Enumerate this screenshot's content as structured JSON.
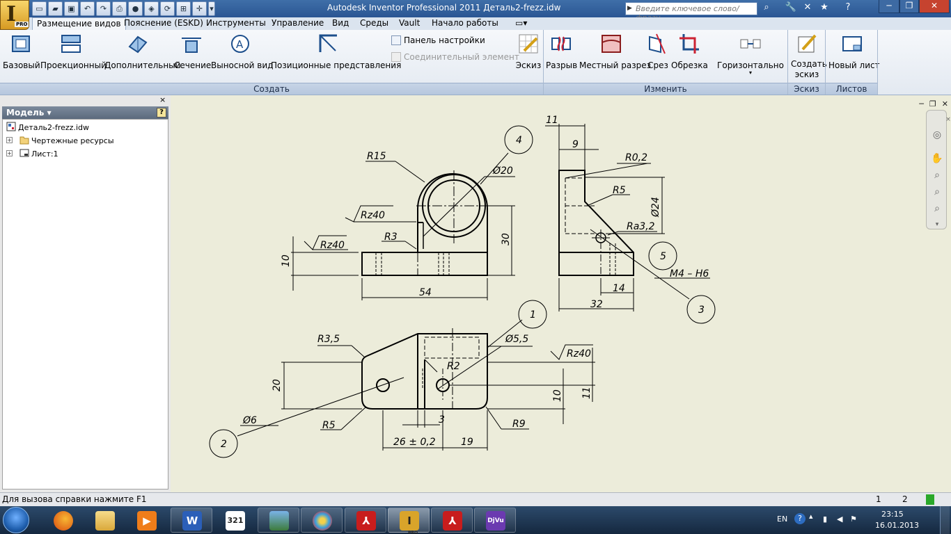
{
  "titlebar": {
    "title": "Autodesk Inventor Professional 2011   Деталь2-frezz.idw",
    "search_placeholder": "Введите ключевое слово/фразу",
    "app_button_badge": "PRO"
  },
  "tabs": [
    "Размещение видов",
    "Пояснение (ESKD)",
    "Инструменты",
    "Управление",
    "Вид",
    "Среды",
    "Vault",
    "Начало работы"
  ],
  "active_tab": "Размещение видов",
  "ribbon": {
    "create": {
      "buttons": [
        "Базовый",
        "Проекционный",
        "Дополнительный",
        "Сечение",
        "Выносной вид",
        "Позиционные представления"
      ],
      "small": [
        "Панель настройки",
        "Соединительный элемент"
      ],
      "sketch": "Эскиз",
      "label": "Создать"
    },
    "modify": {
      "buttons": [
        "Разрыв",
        "Местный разрез",
        "Срез",
        "Обрезка",
        "Горизонтально"
      ],
      "label": "Изменить"
    },
    "sketch_group": {
      "button_l1": "Создать",
      "button_l2": "эскиз",
      "label": "Эскиз"
    },
    "sheets_group": {
      "button": "Новый лист",
      "label": "Листов"
    }
  },
  "browser": {
    "header": "Модель",
    "help": "?",
    "close": "×",
    "nodes": [
      "Деталь2-frezz.idw",
      "Чертежные ресурсы",
      "Лист:1"
    ]
  },
  "drawing": {
    "top_front": {
      "r15": "R15",
      "d20": "Ø20",
      "rz40a": "Rz40",
      "rz40b": "Rz40",
      "r3": "R3",
      "d30": "30",
      "d10": "10",
      "d54": "54",
      "balloon4": "4"
    },
    "side": {
      "d11": "11",
      "d9": "9",
      "r02": "R0,2",
      "r5": "R5",
      "d24": "Ø24",
      "ra32": "Ra3,2",
      "m4": "M4 – H6",
      "d14": "14",
      "d32": "32",
      "balloon5": "5",
      "balloon3": "3"
    },
    "plan": {
      "r35": "R3,5",
      "d55": "Ø5,5",
      "r2": "R2",
      "rz40": "Rz40",
      "d20": "20",
      "d10": "10",
      "d11": "11",
      "d6": "Ø6",
      "r5": "R5",
      "d3": "3",
      "r9": "R9",
      "d26": "26 ± 0,2",
      "d19": "19",
      "balloon1": "1",
      "balloon2": "2"
    }
  },
  "statusbar": {
    "help_text": "Для вызова справки нажмите F1",
    "count1": "1",
    "count2": "2"
  },
  "taskbar": {
    "apps": [
      "firefox",
      "explorer",
      "media",
      "word",
      "calendar",
      "photos",
      "paint",
      "pdf",
      "inventor",
      "pdf",
      "djvu"
    ],
    "word_letter": "W",
    "calendar_day": "321",
    "inventor_badge": "PRO",
    "djvu_label": "DjVu",
    "lang": "EN",
    "time": "23:15",
    "date": "16.01.2013"
  },
  "colors": {
    "canvas": "#ececda",
    "titlebar": "#2a5593",
    "ribbon": "#e3e9f1"
  }
}
